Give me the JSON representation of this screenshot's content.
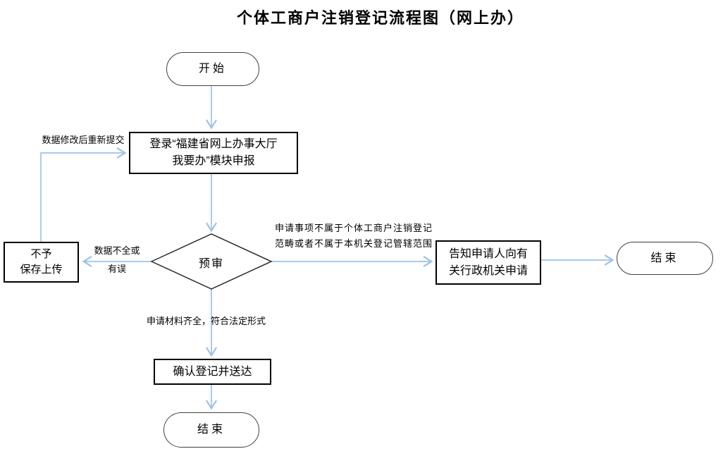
{
  "title": "个体工商户注销登记流程图（网上办）",
  "colors": {
    "arrow": "#9dc3e6",
    "rect_border": "#000000",
    "stadium_border": "#404040",
    "diamond_border": "#2b2b2b",
    "background": "#ffffff",
    "text": "#000000"
  },
  "nodes": {
    "start": {
      "label": "开始"
    },
    "login": {
      "lines": [
        "登录“福建省网上办事大厅",
        "我要办”模块申报"
      ]
    },
    "review": {
      "label": "预审"
    },
    "reject": {
      "lines": [
        "不予",
        "保存上传"
      ]
    },
    "notify": {
      "lines": [
        "告知申请人向有",
        "关行政机关申请"
      ]
    },
    "confirm": {
      "label": "确认登记并送达"
    },
    "end_right": {
      "label": "结束"
    },
    "end_bottom": {
      "label": "结束"
    }
  },
  "edge_labels": {
    "resubmit": "数据修改后重新提交",
    "incomplete": [
      "数据不全或",
      "有误"
    ],
    "out_of_scope": [
      "申请事项不属于个体工商户注销登记",
      "范畴或者不属于本机关登记管辖范围"
    ],
    "valid": "申请材料齐全，符合法定形式"
  }
}
